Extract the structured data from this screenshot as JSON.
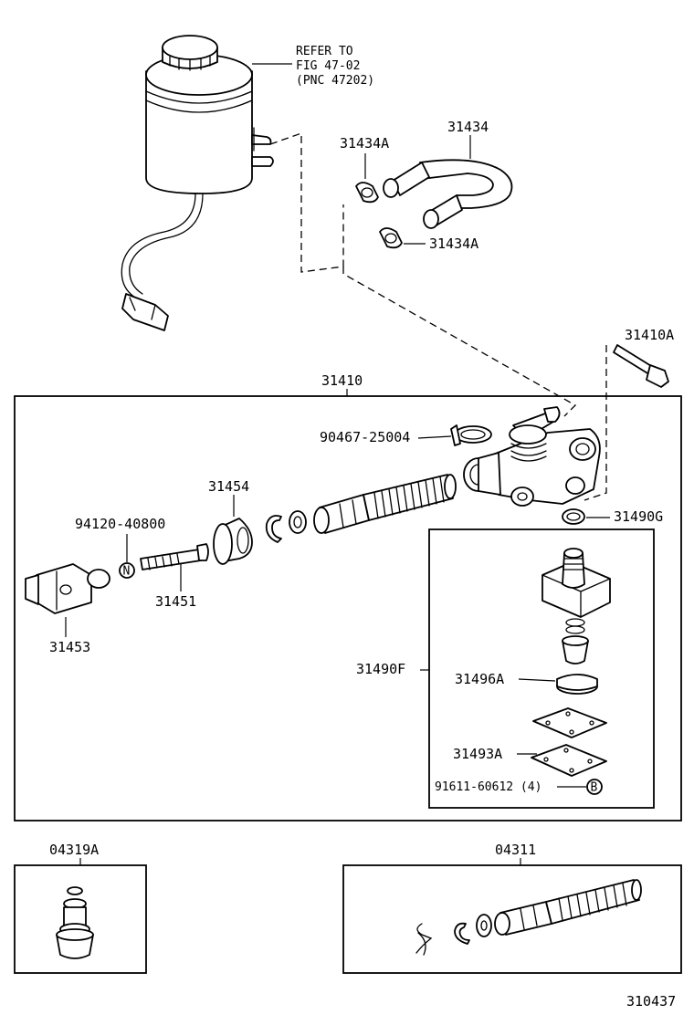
{
  "reference_note": {
    "line1": "REFER TO",
    "line2": "FIG 47-02",
    "line3": "(PNC 47202)"
  },
  "part_labels": {
    "hose": "31434",
    "clip_upper": "31434A",
    "clip_lower": "31434A",
    "bolt": "31410A",
    "master_cylinder_assy": "31410",
    "hose_clamp": "90467-25004",
    "ring": "31490G",
    "boot": "31454",
    "nut": "94120-40800",
    "push_rod": "31451",
    "clevis": "31453",
    "reservoir_kit": "31490F",
    "grommet": "31496A",
    "gasket": "31493A",
    "screw": "91611-60612 (4)",
    "cup_kit": "04319A",
    "repair_kit": "04311",
    "figure_number": "310437"
  },
  "symbols": {
    "nut_marker": "N",
    "screw_marker": "B"
  },
  "style": {
    "line_color": "#000000",
    "background": "#ffffff"
  }
}
